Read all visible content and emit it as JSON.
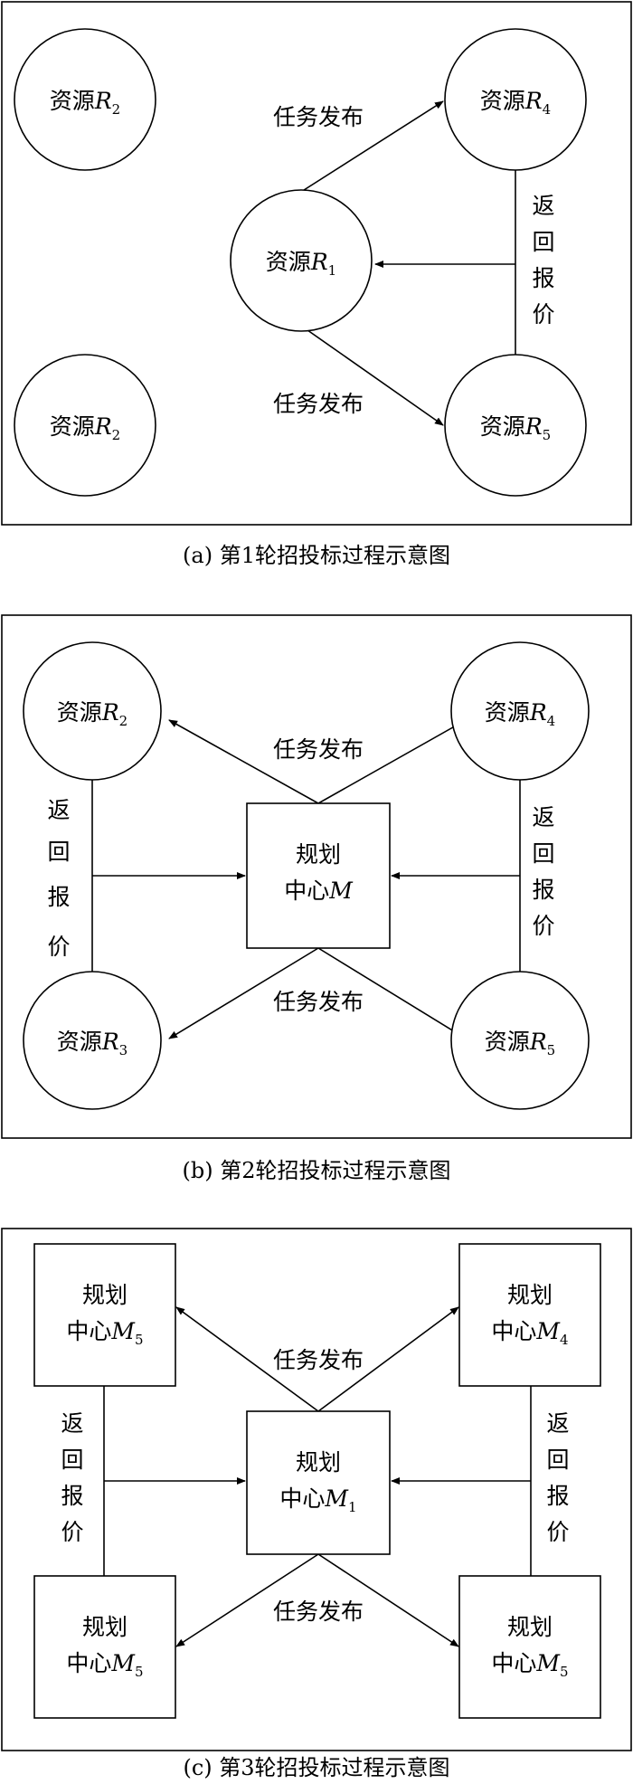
{
  "panel_a": {
    "caption": "(a) 第1轮招投标过程示意图",
    "nodes": {
      "r2_top": {
        "prefix": "资源",
        "var": "R",
        "sub": "2"
      },
      "r2_bot": {
        "prefix": "资源",
        "var": "R",
        "sub": "2"
      },
      "r1": {
        "prefix": "资源",
        "var": "R",
        "sub": "1"
      },
      "r4": {
        "prefix": "资源",
        "var": "R",
        "sub": "4"
      },
      "r5": {
        "prefix": "资源",
        "var": "R",
        "sub": "5"
      }
    },
    "edge_labels": {
      "publish_top": "任务发布",
      "publish_bottom": "任务发布"
    },
    "bid_chars": [
      "返",
      "回",
      "报",
      "价"
    ]
  },
  "panel_b": {
    "caption": "(b) 第2轮招投标过程示意图",
    "nodes": {
      "r2": {
        "prefix": "资源",
        "var": "R",
        "sub": "2"
      },
      "r4": {
        "prefix": "资源",
        "var": "R",
        "sub": "4"
      },
      "r3": {
        "prefix": "资源",
        "var": "R",
        "sub": "3"
      },
      "r5": {
        "prefix": "资源",
        "var": "R",
        "sub": "5"
      },
      "center": {
        "line1": "规划",
        "prefix": "中心",
        "var": "M",
        "sub": ""
      }
    },
    "edge_labels": {
      "publish_top": "任务发布",
      "publish_bottom": "任务发布"
    },
    "bid_chars_left": [
      "返",
      "回",
      "报",
      "价"
    ],
    "bid_chars_right": [
      "返",
      "回",
      "报",
      "价"
    ]
  },
  "panel_c": {
    "caption": "(c) 第3轮招投标过程示意图",
    "nodes": {
      "tl": {
        "line1": "规划",
        "prefix": "中心",
        "var": "M",
        "sub": "5"
      },
      "tr": {
        "line1": "规划",
        "prefix": "中心",
        "var": "M",
        "sub": "4"
      },
      "center": {
        "line1": "规划",
        "prefix": "中心",
        "var": "M",
        "sub": "1"
      },
      "bl": {
        "line1": "规划",
        "prefix": "中心",
        "var": "M",
        "sub": "5"
      },
      "br": {
        "line1": "规划",
        "prefix": "中心",
        "var": "M",
        "sub": "5"
      }
    },
    "edge_labels": {
      "publish_top": "任务发布",
      "publish_bottom": "任务发布"
    },
    "bid_chars_left": [
      "返",
      "回",
      "报",
      "价"
    ],
    "bid_chars_right": [
      "返",
      "回",
      "报",
      "价"
    ]
  }
}
